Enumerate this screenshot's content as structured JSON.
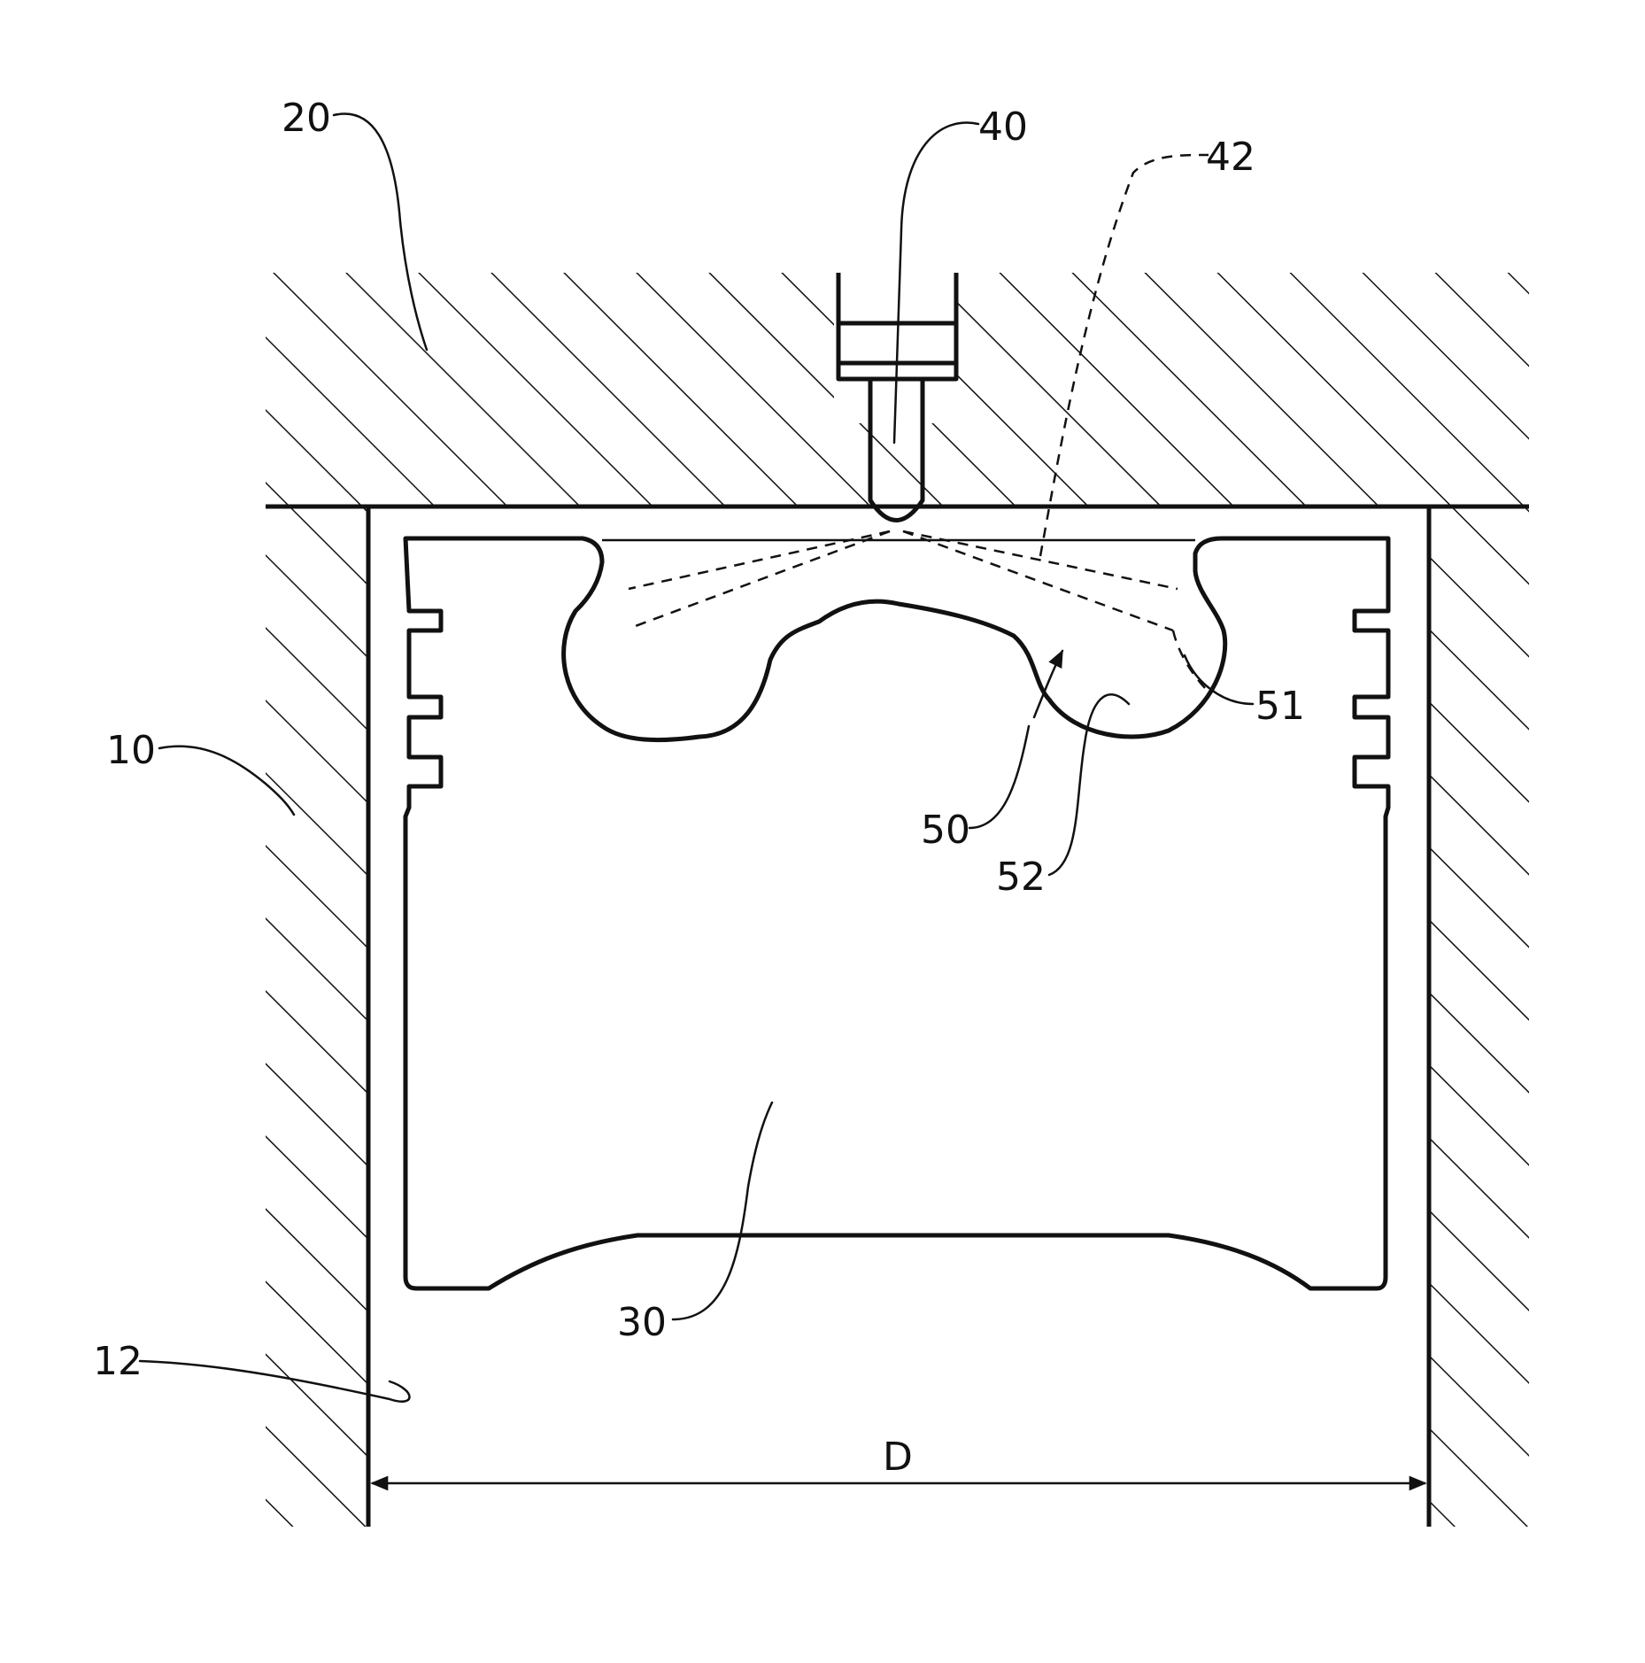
{
  "labels": {
    "ref_10": "10",
    "ref_12": "12",
    "ref_20": "20",
    "ref_30": "30",
    "ref_40": "40",
    "ref_42": "42",
    "ref_50": "50",
    "ref_51": "51",
    "ref_52": "52",
    "dim_D": "D"
  }
}
